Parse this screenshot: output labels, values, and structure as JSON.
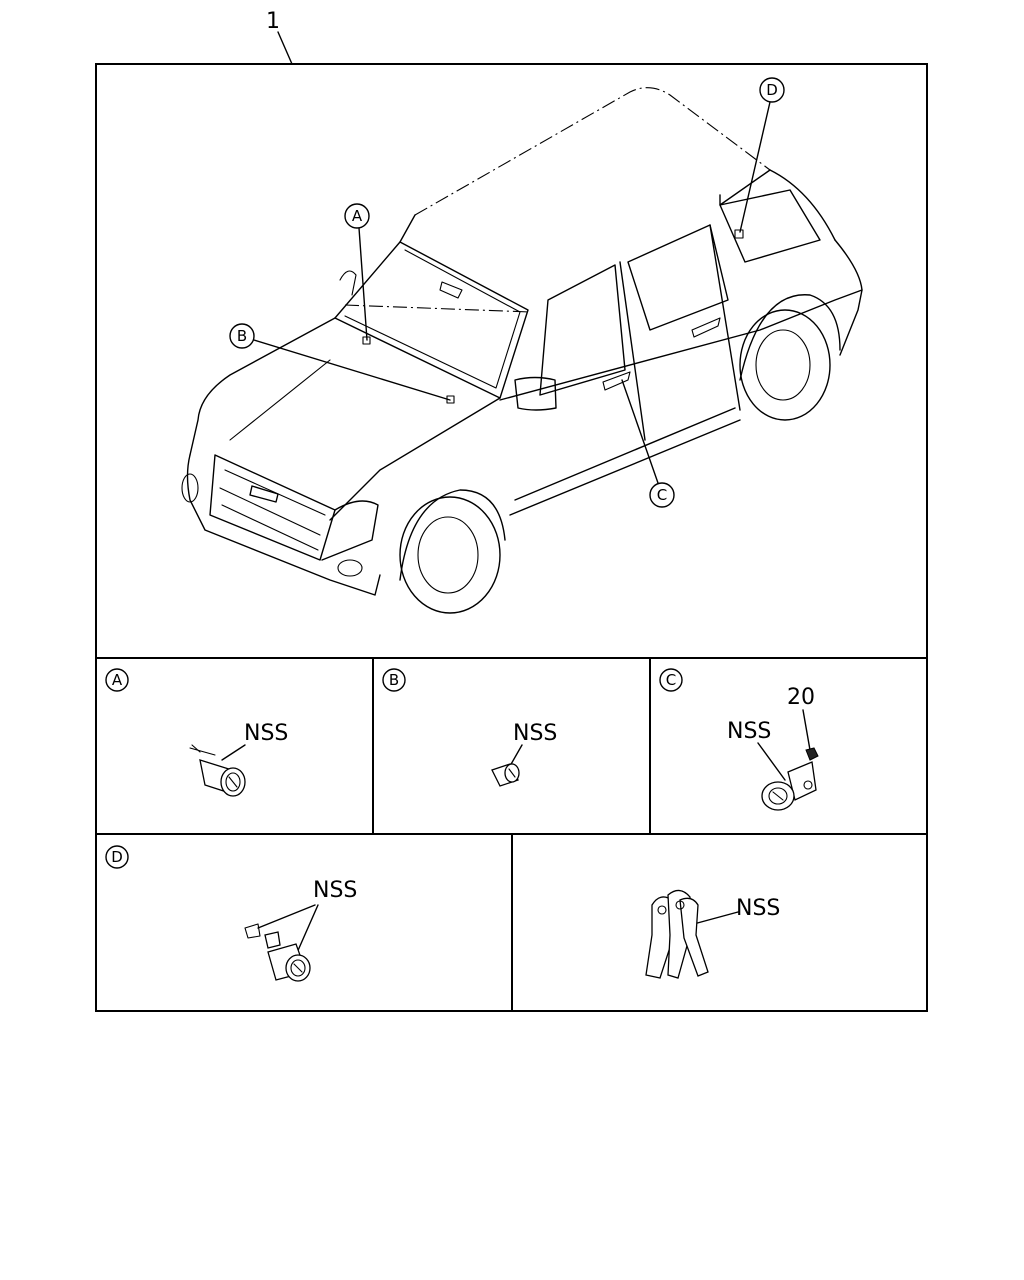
{
  "assembly_callout": "1",
  "overview": {
    "callouts": [
      "A",
      "B",
      "C",
      "D"
    ]
  },
  "panels": [
    {
      "id": "A",
      "parts": [
        "NSS"
      ]
    },
    {
      "id": "B",
      "parts": [
        "NSS"
      ]
    },
    {
      "id": "C",
      "parts": [
        "NSS",
        "20"
      ]
    },
    {
      "id": "D",
      "parts": [
        "NSS"
      ]
    },
    {
      "id": "",
      "parts": [
        "NSS"
      ]
    }
  ]
}
